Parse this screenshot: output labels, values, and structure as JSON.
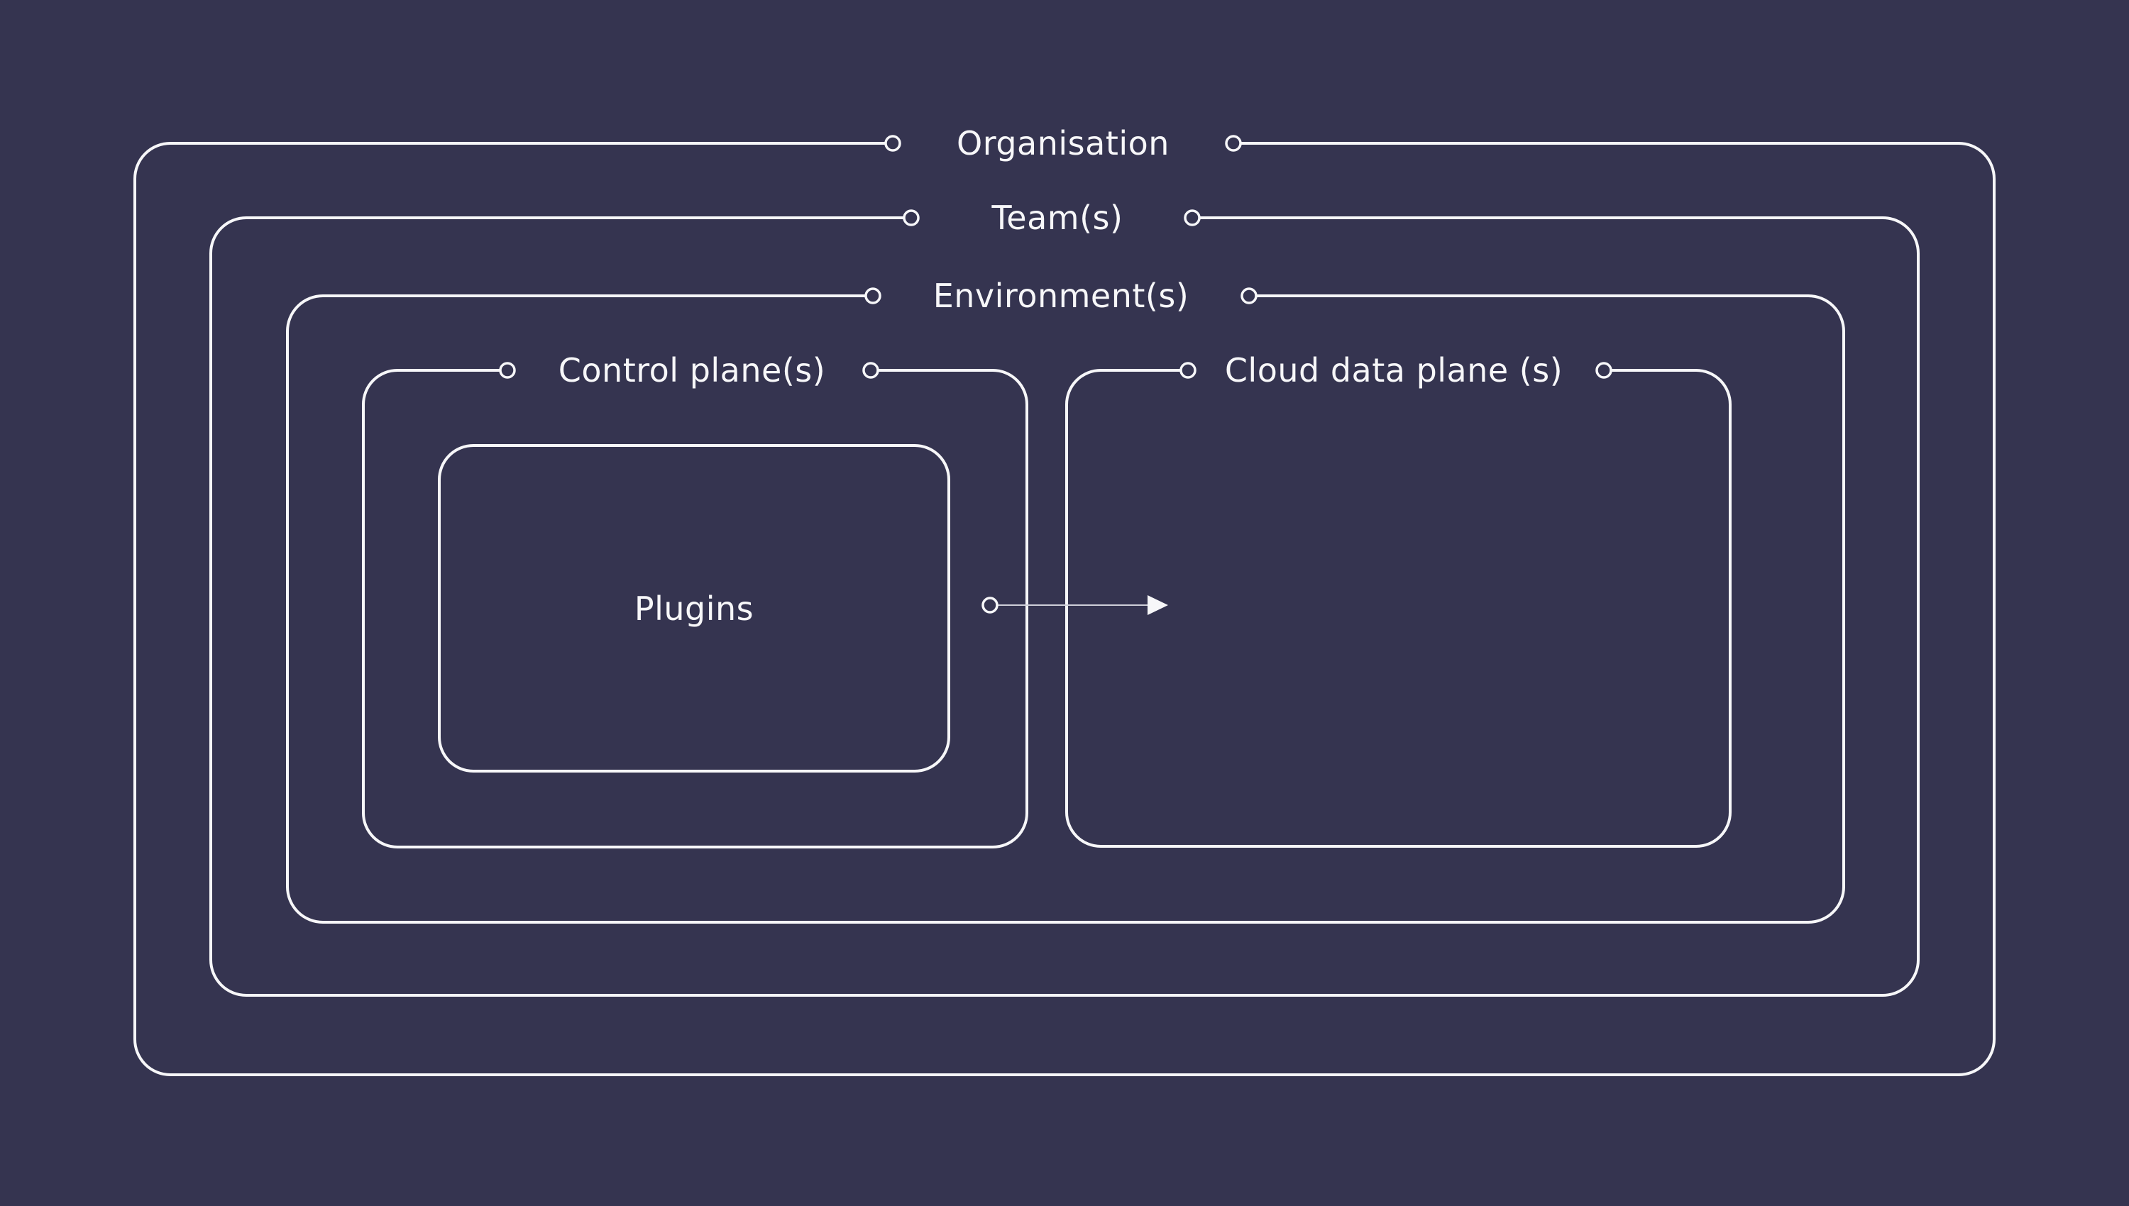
{
  "diagram": {
    "background_color": "#353450",
    "line_color": "#F7F7F9",
    "text_color": "#F7F7F9",
    "boxes": [
      {
        "label": "Organisation"
      },
      {
        "label": "Team(s)"
      },
      {
        "label": "Environment(s)"
      },
      {
        "label": "Control plane(s)"
      },
      {
        "label": "Cloud data plane (s)"
      },
      {
        "label": "Plugins"
      }
    ],
    "arrow": {
      "from_label": "Plugins",
      "to_label": "Cloud data plane (s)",
      "color": "#CFCFD9"
    }
  }
}
